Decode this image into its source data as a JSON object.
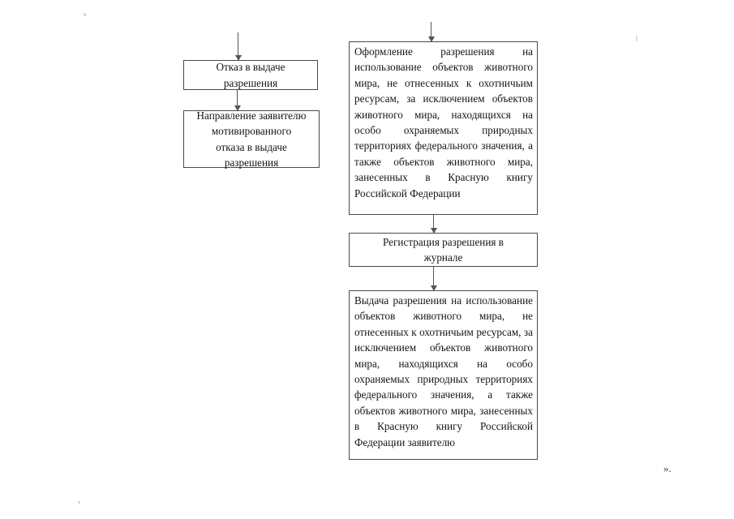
{
  "document": {
    "type": "flowchart",
    "language": "ru",
    "background_color": "#ffffff",
    "line_color": "#4a4a4a",
    "text_color": "#151515"
  },
  "nodes": {
    "refusal": {
      "lines": [
        "Отказ в выдаче",
        "разрешения"
      ]
    },
    "motivated_refusal": {
      "lines": [
        "Направление заявителю",
        "мотивированного",
        "отказа в выдаче",
        "разрешения"
      ]
    },
    "issue_permit": {
      "text": "Оформление разрешения на использование объектов животного мира, не отнесенных к охотничьим ресурсам, за исключением объектов животного мира, находящихся на особо охраняемых природных территориях федерального значения, а также объектов животного мира, занесенных в Красную книгу Российской Федерации"
    },
    "registration": {
      "lines": [
        "Регистрация разрешения в",
        "журнале"
      ]
    },
    "grant_permit": {
      "text": "Выдача разрешения на использование объектов животного мира, не отнесенных к охотничьим ресурсам, за исключением объектов животного мира, находящихся на особо охраняемых природных территориях федерального значения, а также объектов животного мира, занесенных в Красную книгу Российской Федерации заявителю"
    }
  },
  "annotations": {
    "closing_quote": "»."
  }
}
